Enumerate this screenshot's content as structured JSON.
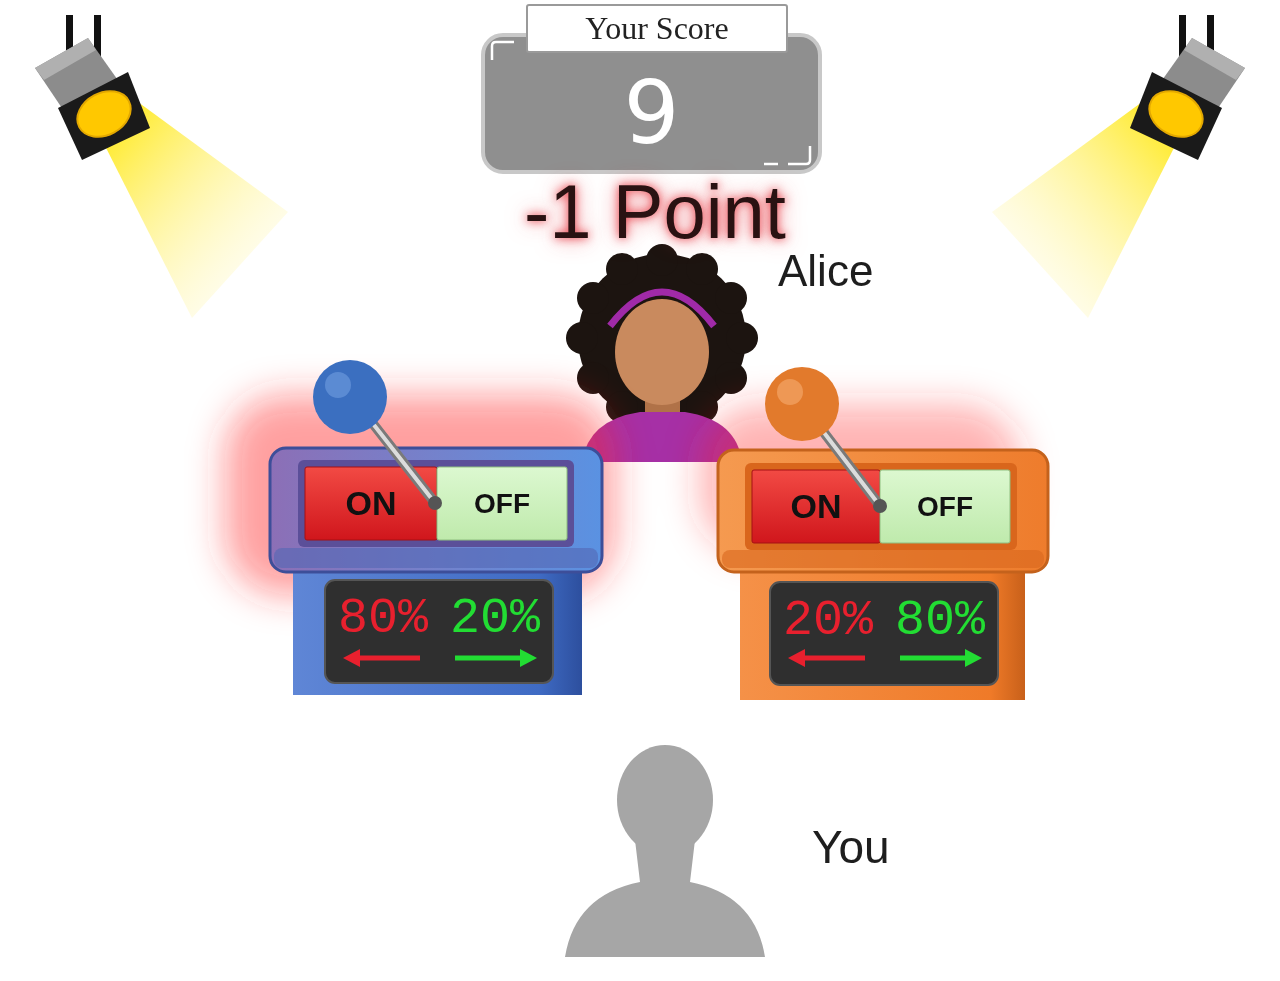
{
  "diagram": {
    "nodes": [
      {
        "text": [
          "Your Score"
        ]
      },
      {
        "text": [
          "9"
        ]
      },
      {
        "text": [
          "ON"
        ]
      },
      {
        "text": [
          "OFF"
        ]
      },
      {
        "text": [
          "80%",
          "20%"
        ]
      },
      {
        "text": [
          "ON"
        ]
      },
      {
        "text": [
          "OFF"
        ]
      },
      {
        "text": [
          "20%",
          "80%"
        ]
      }
    ],
    "labels": [
      "-1 Point",
      "Alice",
      "You"
    ]
  }
}
